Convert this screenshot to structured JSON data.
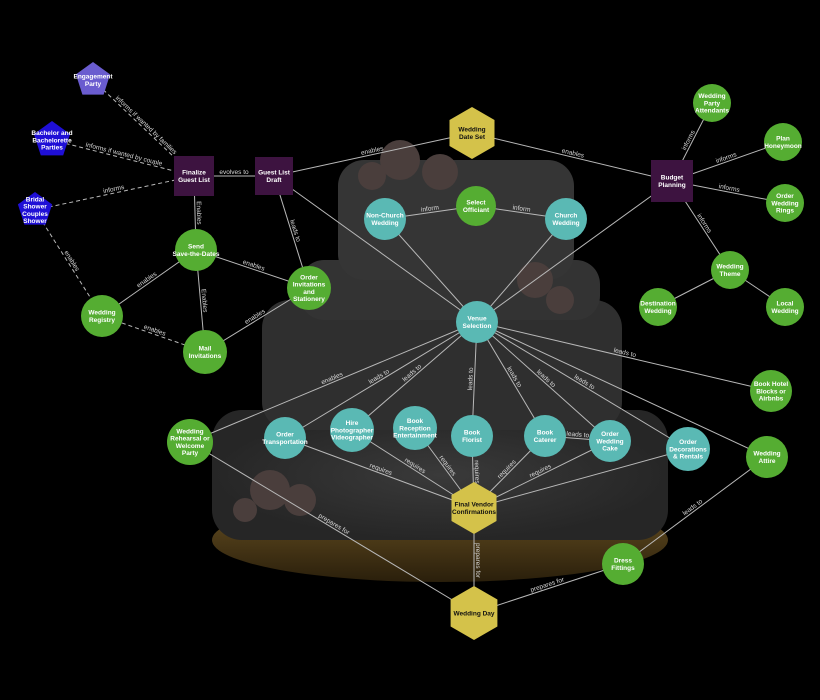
{
  "colors": {
    "background": "#000000",
    "milestone": "#d4c24a",
    "venue_task": "#5ab9b4",
    "task": "#55ad32",
    "planning": "#3d1340",
    "event": "#1f0fd6",
    "event_light": "#6a5ccf",
    "edge": "#b8b8b8"
  },
  "nodes": [
    {
      "id": "engagement",
      "label": "Engagement Party",
      "shape": "pentagon",
      "color": "event_light"
    },
    {
      "id": "bachelor",
      "label": "Bachelor and Bachelorette Parties",
      "shape": "pentagon",
      "color": "event"
    },
    {
      "id": "shower",
      "label": "Bridal Shower Couples Shower",
      "shape": "pentagon",
      "color": "event"
    },
    {
      "id": "finalize",
      "label": "Finalize Guest List",
      "shape": "square",
      "color": "planning"
    },
    {
      "id": "draft",
      "label": "Guest List Draft",
      "shape": "square",
      "color": "planning"
    },
    {
      "id": "datestet",
      "label": "Wedding Date Set",
      "shape": "hexagon",
      "color": "milestone"
    },
    {
      "id": "budget",
      "label": "Budget Planning",
      "shape": "square",
      "color": "planning"
    },
    {
      "id": "attendants",
      "label": "Wedding Party Attendants",
      "shape": "circle",
      "color": "task"
    },
    {
      "id": "honeymoon",
      "label": "Plan Honeymoon",
      "shape": "circle",
      "color": "task"
    },
    {
      "id": "rings",
      "label": "Order Wedding Rings",
      "shape": "circle",
      "color": "task"
    },
    {
      "id": "theme",
      "label": "Wedding Theme",
      "shape": "circle",
      "color": "task"
    },
    {
      "id": "destination",
      "label": "Destination Wedding",
      "shape": "circle",
      "color": "task"
    },
    {
      "id": "local",
      "label": "Local Wedding",
      "shape": "circle",
      "color": "task"
    },
    {
      "id": "officiant",
      "label": "Select Officiant",
      "shape": "circle",
      "color": "task"
    },
    {
      "id": "nonchurch",
      "label": "Non-Church Wedding",
      "shape": "circle",
      "color": "venue_task"
    },
    {
      "id": "church",
      "label": "Church Wedding",
      "shape": "circle",
      "color": "venue_task"
    },
    {
      "id": "savedates",
      "label": "Send Save-the-Dates",
      "shape": "circle",
      "color": "task"
    },
    {
      "id": "invitations",
      "label": "Order Invitations and Stationery",
      "shape": "circle",
      "color": "task"
    },
    {
      "id": "registry",
      "label": "Wedding Registry",
      "shape": "circle",
      "color": "task"
    },
    {
      "id": "mail",
      "label": "Mail Invitations",
      "shape": "circle",
      "color": "task"
    },
    {
      "id": "venue",
      "label": "Venue Selection",
      "shape": "circle",
      "color": "venue_task"
    },
    {
      "id": "hotel",
      "label": "Book Hotel Blocks or Airbnbs",
      "shape": "circle",
      "color": "task"
    },
    {
      "id": "rehearsal",
      "label": "Wedding Rehearsal or Welcome Party",
      "shape": "circle",
      "color": "task"
    },
    {
      "id": "transport",
      "label": "Order Transportation",
      "shape": "circle",
      "color": "venue_task"
    },
    {
      "id": "photo",
      "label": "Hire Photographer Videographer",
      "shape": "circle",
      "color": "venue_task"
    },
    {
      "id": "reception",
      "label": "Book Reception Entertainment",
      "shape": "circle",
      "color": "venue_task"
    },
    {
      "id": "florist",
      "label": "Book Florist",
      "shape": "circle",
      "color": "venue_task"
    },
    {
      "id": "caterer",
      "label": "Book Caterer",
      "shape": "circle",
      "color": "venue_task"
    },
    {
      "id": "cake",
      "label": "Order Wedding Cake",
      "shape": "circle",
      "color": "venue_task"
    },
    {
      "id": "decor",
      "label": "Order Decorations & Rentals",
      "shape": "circle",
      "color": "venue_task"
    },
    {
      "id": "attire",
      "label": "Wedding Attire",
      "shape": "circle",
      "color": "task"
    },
    {
      "id": "vendors",
      "label": "Final Vendor Confirmations",
      "shape": "hexagon",
      "color": "milestone"
    },
    {
      "id": "fittings",
      "label": "Dress Fittings",
      "shape": "circle",
      "color": "task"
    },
    {
      "id": "weddingday",
      "label": "Wedding Day",
      "shape": "hexagon",
      "color": "milestone"
    }
  ],
  "edges": [
    {
      "from": "engagement",
      "to": "finalize",
      "label": "informs if wanted by families",
      "dashed": true
    },
    {
      "from": "bachelor",
      "to": "finalize",
      "label": "informs if wanted by couple",
      "dashed": true
    },
    {
      "from": "shower",
      "to": "finalize",
      "label": "informs",
      "dashed": true
    },
    {
      "from": "shower",
      "to": "registry",
      "label": "enables",
      "dashed": true
    },
    {
      "from": "draft",
      "to": "finalize",
      "label": "evolves to",
      "dashed": false
    },
    {
      "from": "datestet",
      "to": "draft",
      "label": "enables",
      "dashed": false
    },
    {
      "from": "datestet",
      "to": "budget",
      "label": "enables",
      "dashed": false
    },
    {
      "from": "budget",
      "to": "attendants",
      "label": "informs",
      "dashed": false
    },
    {
      "from": "budget",
      "to": "honeymoon",
      "label": "informs",
      "dashed": false
    },
    {
      "from": "budget",
      "to": "rings",
      "label": "informs",
      "dashed": false
    },
    {
      "from": "budget",
      "to": "theme",
      "label": "informs",
      "dashed": false
    },
    {
      "from": "budget",
      "to": "venue",
      "label": "",
      "dashed": false
    },
    {
      "from": "theme",
      "to": "destination",
      "label": "",
      "dashed": false
    },
    {
      "from": "theme",
      "to": "local",
      "label": "",
      "dashed": false
    },
    {
      "from": "officiant",
      "to": "nonchurch",
      "label": "inform",
      "dashed": false
    },
    {
      "from": "officiant",
      "to": "church",
      "label": "inform",
      "dashed": false
    },
    {
      "from": "nonchurch",
      "to": "venue",
      "label": "",
      "dashed": false
    },
    {
      "from": "church",
      "to": "venue",
      "label": "",
      "dashed": false
    },
    {
      "from": "finalize",
      "to": "savedates",
      "label": "Enables",
      "dashed": false
    },
    {
      "from": "draft",
      "to": "invitations",
      "label": "leads to",
      "dashed": false
    },
    {
      "from": "draft",
      "to": "venue",
      "label": "",
      "dashed": false
    },
    {
      "from": "savedates",
      "to": "invitations",
      "label": "enables",
      "dashed": false
    },
    {
      "from": "savedates",
      "to": "registry",
      "label": "enables",
      "dashed": false
    },
    {
      "from": "savedates",
      "to": "mail",
      "label": "Enables",
      "dashed": false
    },
    {
      "from": "invitations",
      "to": "mail",
      "label": "enables",
      "dashed": false
    },
    {
      "from": "registry",
      "to": "mail",
      "label": "enables",
      "dashed": true
    },
    {
      "from": "venue",
      "to": "hotel",
      "label": "leads to",
      "dashed": false
    },
    {
      "from": "venue",
      "to": "rehearsal",
      "label": "enables",
      "dashed": false
    },
    {
      "from": "venue",
      "to": "transport",
      "label": "leads to",
      "dashed": false
    },
    {
      "from": "venue",
      "to": "photo",
      "label": "leads to",
      "dashed": false
    },
    {
      "from": "venue",
      "to": "florist",
      "label": "leads to",
      "dashed": false
    },
    {
      "from": "venue",
      "to": "caterer",
      "label": "leads to",
      "dashed": false
    },
    {
      "from": "venue",
      "to": "cake",
      "label": "leads to",
      "dashed": false
    },
    {
      "from": "venue",
      "to": "decor",
      "label": "leads to",
      "dashed": false
    },
    {
      "from": "venue",
      "to": "attire",
      "label": "",
      "dashed": false
    },
    {
      "from": "caterer",
      "to": "cake",
      "label": "leads to",
      "dashed": false
    },
    {
      "from": "transport",
      "to": "vendors",
      "label": "requires",
      "dashed": false
    },
    {
      "from": "photo",
      "to": "vendors",
      "label": "requires",
      "dashed": false
    },
    {
      "from": "reception",
      "to": "vendors",
      "label": "requires",
      "dashed": false
    },
    {
      "from": "florist",
      "to": "vendors",
      "label": "requires",
      "dashed": false
    },
    {
      "from": "caterer",
      "to": "vendors",
      "label": "requires",
      "dashed": false
    },
    {
      "from": "cake",
      "to": "vendors",
      "label": "requires",
      "dashed": false
    },
    {
      "from": "decor",
      "to": "vendors",
      "label": "",
      "dashed": false
    },
    {
      "from": "vendors",
      "to": "weddingday",
      "label": "prepares for",
      "dashed": false
    },
    {
      "from": "rehearsal",
      "to": "weddingday",
      "label": "prepares for",
      "dashed": false
    },
    {
      "from": "fittings",
      "to": "weddingday",
      "label": "prepares for",
      "dashed": false
    },
    {
      "from": "attire",
      "to": "fittings",
      "label": "leads to",
      "dashed": false
    }
  ]
}
